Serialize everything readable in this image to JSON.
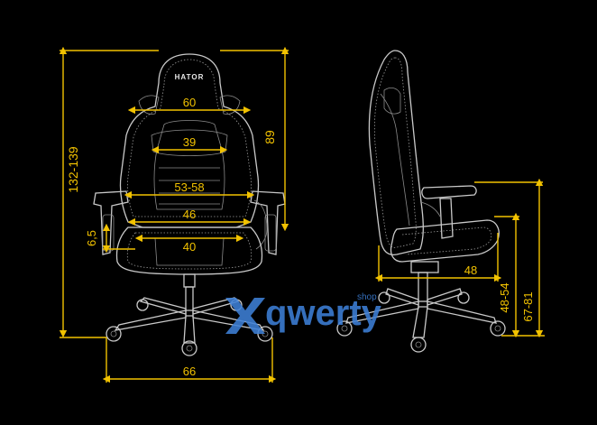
{
  "brand": "HATOR",
  "watermark": {
    "main": "qwerty",
    "suffix": "shop"
  },
  "front": {
    "height_total": "132-139",
    "back_height": "89",
    "shoulder_width": "60",
    "lumbar_width": "39",
    "armrest_span": "53-58",
    "seat_back_width": "46",
    "seat_width": "40",
    "seat_thickness": "6,5",
    "base_width": "66"
  },
  "side": {
    "seat_depth": "48",
    "seat_height": "48-54",
    "armrest_height": "67-81"
  },
  "colors": {
    "dimension": "#f2c200",
    "outline": "#c9c9c9",
    "watermark": "#3d7fd6",
    "background": "#000000"
  }
}
